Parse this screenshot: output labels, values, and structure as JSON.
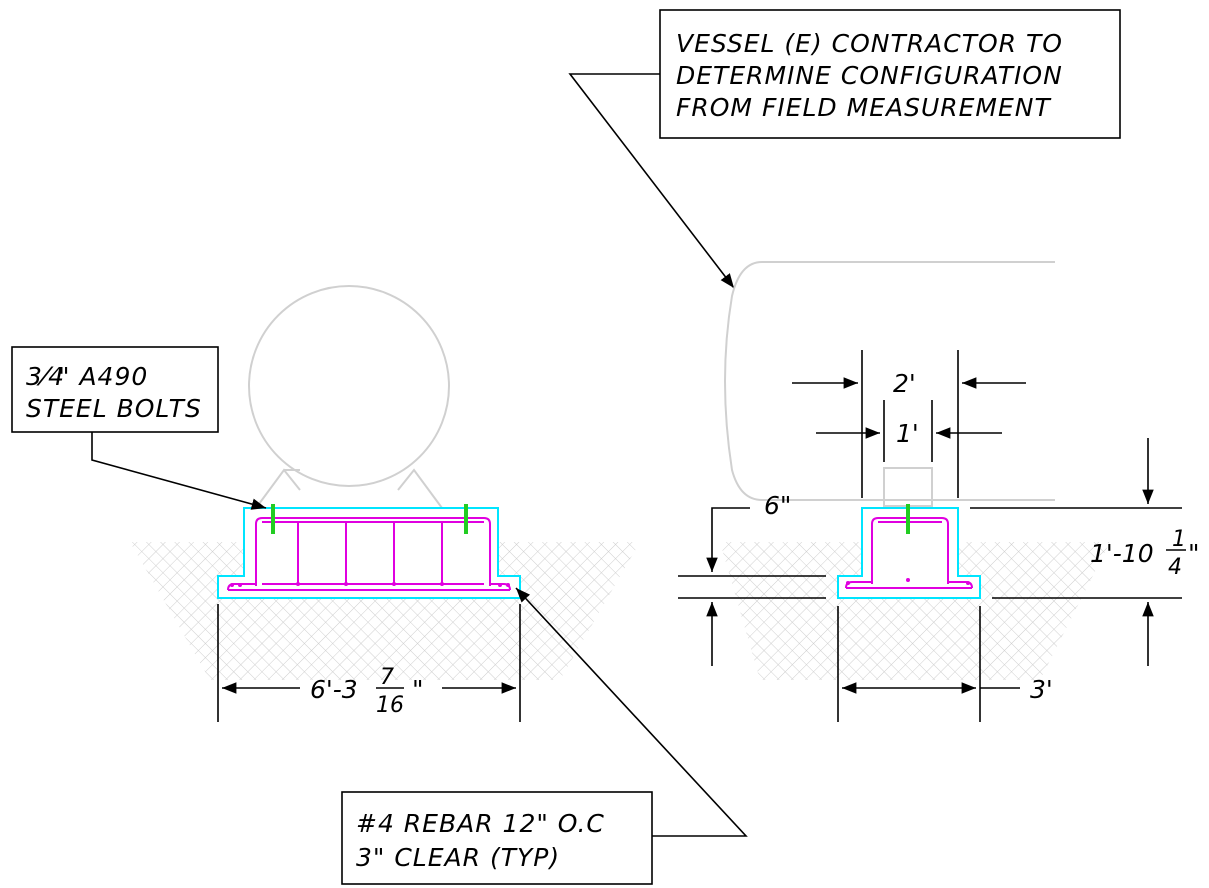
{
  "colors": {
    "line": "#000000",
    "vessel": "#d0d0d0",
    "concrete": "#00e5ff",
    "rebar": "#e000e0",
    "bolt": "#22cc22",
    "soil_hatch": "#c8c8c8",
    "background": "#ffffff"
  },
  "callouts": {
    "vessel_note": {
      "line1": "VESSEL (E) CONTRACTOR TO",
      "line2": "DETERMINE CONFIGURATION",
      "line3": "FROM FIELD MEASUREMENT"
    },
    "bolts_note": {
      "line1_fraction": "3⁄4",
      "line1_rest": "\" A490",
      "line2": "STEEL BOLTS"
    },
    "rebar_note": {
      "line1": "#4 REBAR 12\" O.C",
      "line2": "3\" CLEAR (TYP)"
    }
  },
  "dimensions": {
    "left_footing_width": {
      "whole": "6'-3",
      "numerator": "7",
      "denominator": "16",
      "suffix": "\""
    },
    "pedestal_width": "2'",
    "saddle_width": "1'",
    "embed_depth": "6\"",
    "total_height": {
      "whole": "1'-10",
      "numerator": "1",
      "denominator": "4",
      "suffix": "\""
    },
    "right_footing_width": "3'"
  }
}
